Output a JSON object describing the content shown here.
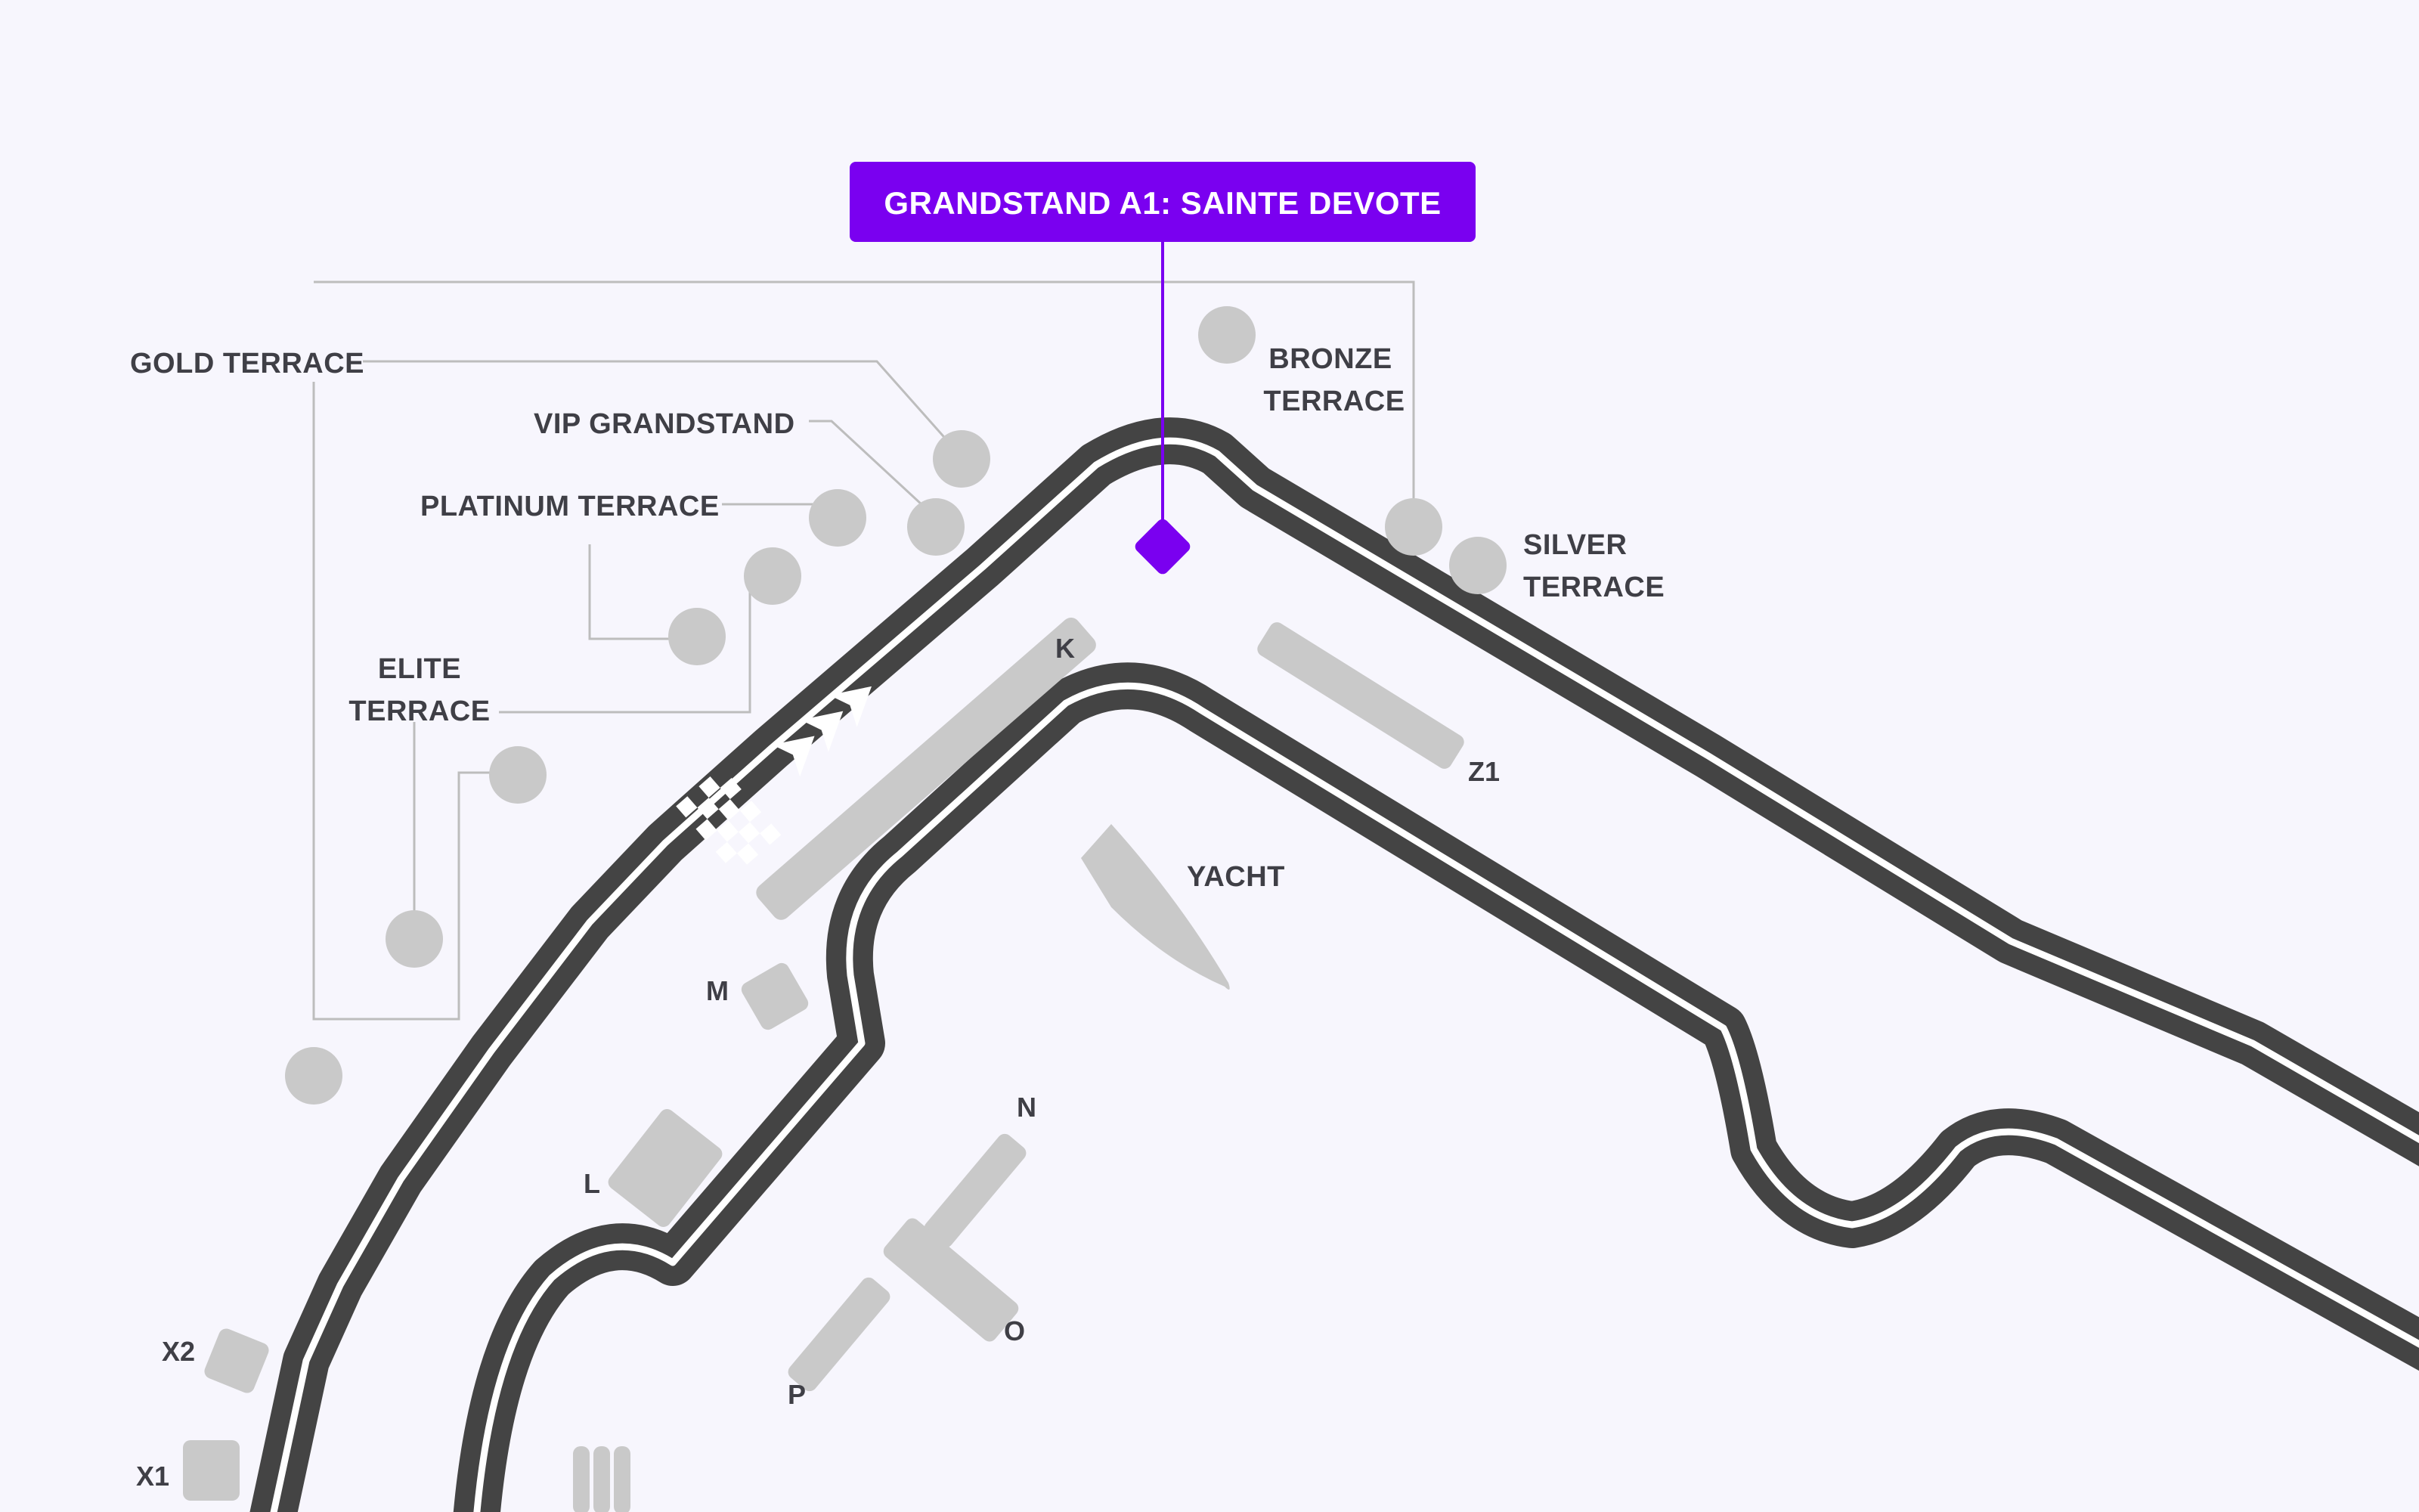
{
  "callout": {
    "title": "GRANDSTAND A1: SAINTE DEVOTE",
    "color": "#7a00f0"
  },
  "terraces": {
    "gold": "GOLD TERRACE",
    "vip": "VIP GRANDSTAND",
    "platinum": "PLATINUM TERRACE",
    "elite_line1": "ELITE",
    "elite_line2": "TERRACE",
    "bronze_line1": "BRONZE",
    "bronze_line2": "TERRACE",
    "silver_line1": "SILVER",
    "silver_line2": "TERRACE"
  },
  "sections": {
    "k": "K",
    "z1": "Z1",
    "yacht": "YACHT",
    "m": "M",
    "l": "L",
    "n": "N",
    "o": "O",
    "p": "P",
    "x1": "X1",
    "x2": "X2"
  },
  "colors": {
    "track": "#444444",
    "background": "#f7f6fd",
    "seat": "#c9c9c9",
    "accent": "#7a00f0"
  }
}
